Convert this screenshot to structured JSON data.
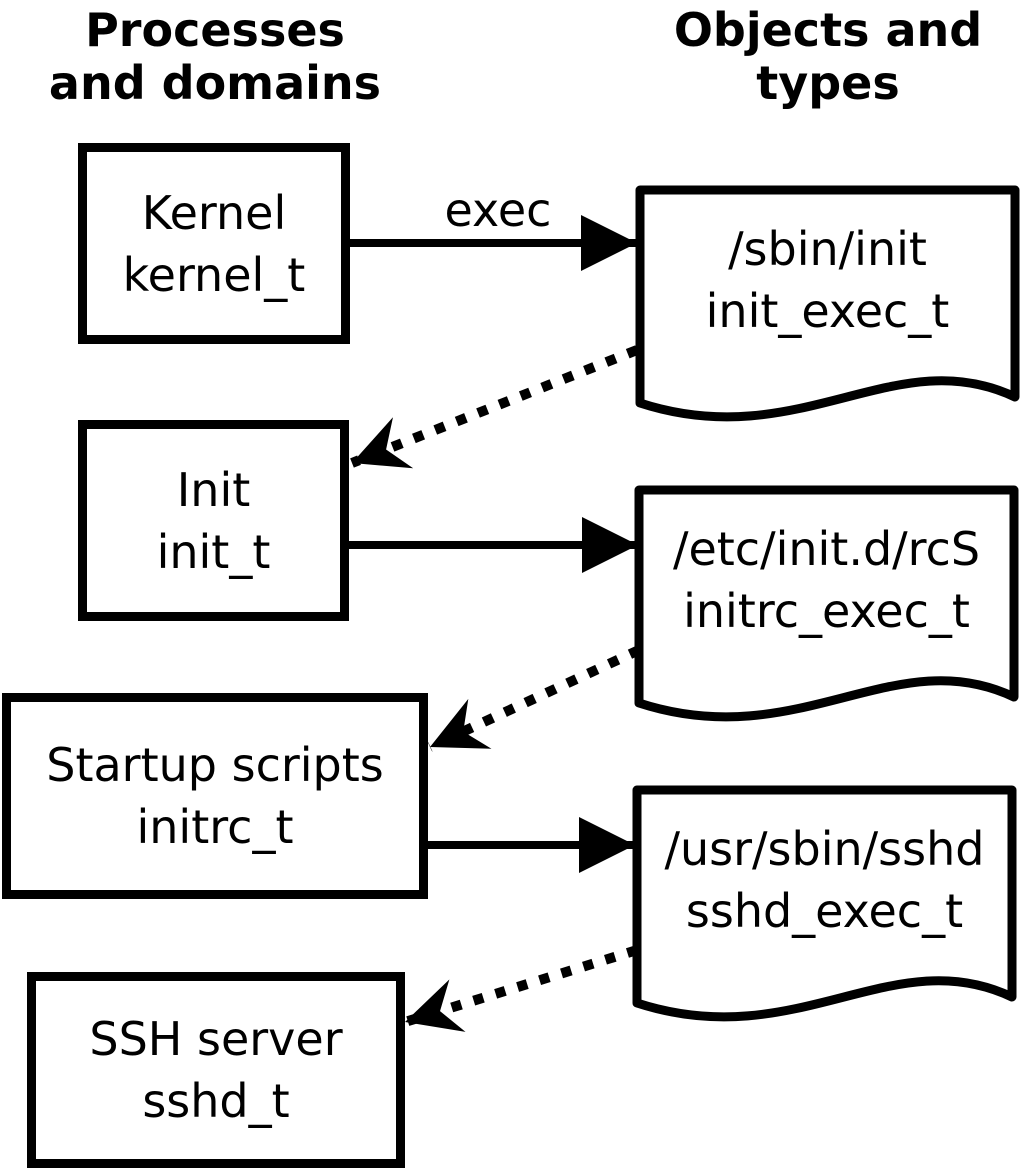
{
  "headers": {
    "left_line1": "Processes",
    "left_line2": "and domains",
    "right_line1": "Objects and",
    "right_line2": "types"
  },
  "edge_label": "exec",
  "processes": [
    {
      "name": "Kernel",
      "type": "kernel_t"
    },
    {
      "name": "Init",
      "type": "init_t"
    },
    {
      "name": "Startup scripts",
      "type": "initrc_t"
    },
    {
      "name": "SSH server",
      "type": "sshd_t"
    }
  ],
  "objects": [
    {
      "path": "/sbin/init",
      "type": "init_exec_t"
    },
    {
      "path": "/etc/init.d/rcS",
      "type": "initrc_exec_t"
    },
    {
      "path": "/usr/sbin/sshd",
      "type": "sshd_exec_t"
    }
  ],
  "colors": {
    "stroke": "#000000",
    "background": "#ffffff"
  }
}
